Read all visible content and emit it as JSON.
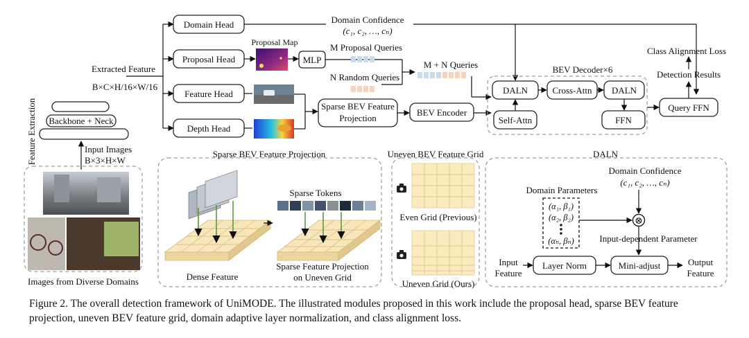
{
  "figure": {
    "domain_head": "Domain Head",
    "domain_confidence": "Domain Confidence",
    "domain_confidence_vec": "(c₁, c₂, …, cₙ)",
    "proposal_map": "Proposal Map",
    "proposal_head": "Proposal Head",
    "mlp": "MLP",
    "m_proposal_queries": "M Proposal Queries",
    "n_random_queries": "N Random Queries",
    "mn_queries": "M + N Queries",
    "extracted_feature": "Extracted Feature",
    "extracted_dims": "B×C×H/16×W/16",
    "feature_head": "Feature Head",
    "depth_head": "Depth Head",
    "sparse_bev_box": "Sparse BEV Feature Projection",
    "bev_encoder": "BEV Encoder",
    "bev_decoder": "BEV Decoder×6",
    "daln": "DALN",
    "cross_attn": "Cross-Attn",
    "self_attn": "Self-Attn",
    "ffn": "FFN",
    "query_ffn": "Query FFN",
    "class_alignment_loss": "Class Alignment Loss",
    "detection_results": "Detection Results",
    "backbone_neck": "Backbone + Neck",
    "feature_extraction": "Feature Extraction",
    "input_images": "Input Images",
    "input_dims": "B×3×H×W",
    "images_from_domains": "Images from Diverse Domains",
    "panel_sparse_title": "Sparse BEV Feature Projection",
    "sparse_tokens": "Sparse Tokens",
    "dense_feature": "Dense Feature",
    "sparse_projection_line1": "Sparse Feature Projection",
    "sparse_projection_line2": "on Uneven Grid",
    "panel_grid_title": "Uneven BEV Feature Grid",
    "even_grid": "Even Grid (Previous)",
    "uneven_grid": "Uneven Grid (Ours)",
    "panel_daln_title": "DALN",
    "daln_domain_confidence": "Domain Confidence",
    "daln_confidence_vec": "(c₁, c₂, …, cₙ)",
    "domain_parameters": "Domain Parameters",
    "params": [
      "(α₁, β₁)",
      "(α₂, β₂)",
      "(αₙ, βₙ)"
    ],
    "input_dependent": "Input-dependent Parameter",
    "input_feature_l1": "Input",
    "input_feature_l2": "Feature",
    "layer_norm": "Layer Norm",
    "mini_adjust": "Mini-adjust",
    "output_feature_l1": "Output",
    "output_feature_l2": "Feature",
    "multiply_symbol": "⊗"
  },
  "caption": "Figure 2. The overall detection framework of UniMODE. The illustrated modules proposed in this work include the proposal head, sparse BEV feature projection, uneven BEV feature grid, domain adaptive layer normalization, and class alignment loss."
}
